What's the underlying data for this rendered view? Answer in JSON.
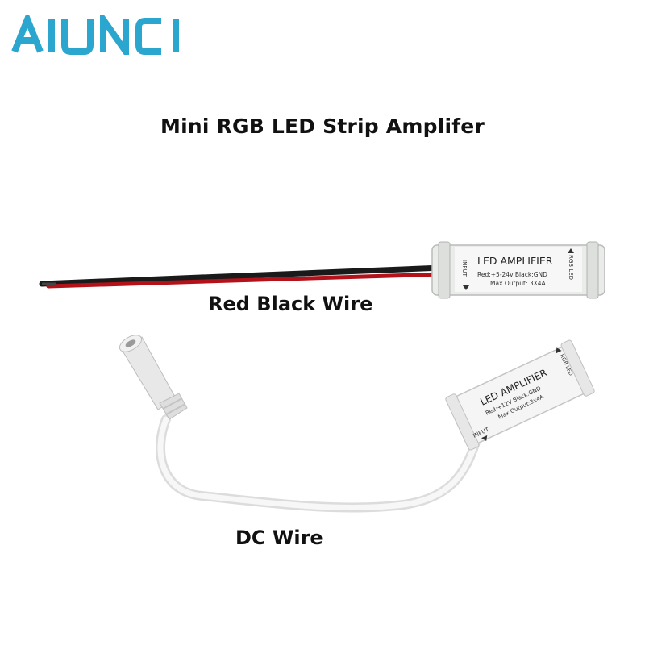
{
  "brand": {
    "logo_text": "AIUNCI",
    "logo_color": "#2aa6cf"
  },
  "title": "Mini RGB LED Strip Amplifer",
  "product_red_black": {
    "caption": "Red Black Wire",
    "label_title": "LED AMPLIFIER",
    "label_line1": "Red:+5-24v Black:GND",
    "label_line2": "Max Output: 3X4A",
    "side_input": "INPUT",
    "side_output": "RGB LED",
    "wire_colors": {
      "black": "#1a1a1a",
      "red": "#b3121b"
    }
  },
  "product_dc": {
    "caption": "DC Wire",
    "label_title": "LED AMPLIFIER",
    "label_line1": "Red:+12V Black:GND",
    "label_line2": "Max Output:3x4A",
    "side_input": "INPUT",
    "side_output": "RGB LED"
  }
}
